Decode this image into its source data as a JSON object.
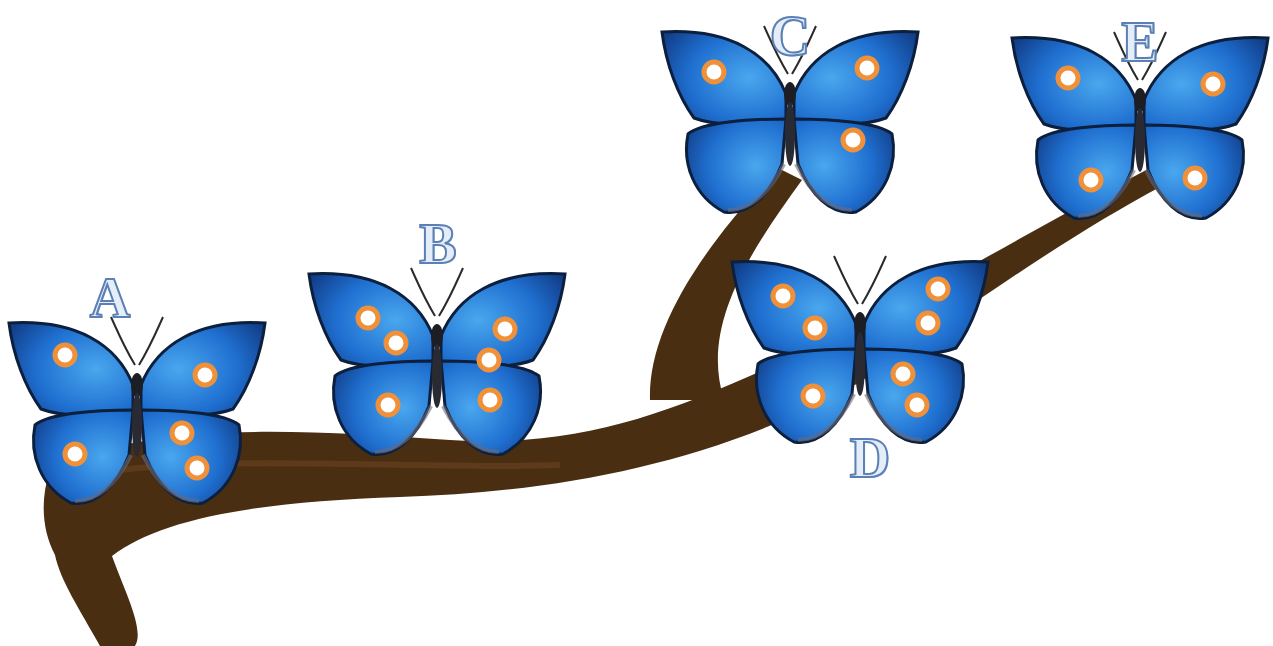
{
  "diagram": {
    "labels": [
      "A",
      "B",
      "C",
      "D",
      "E"
    ]
  }
}
